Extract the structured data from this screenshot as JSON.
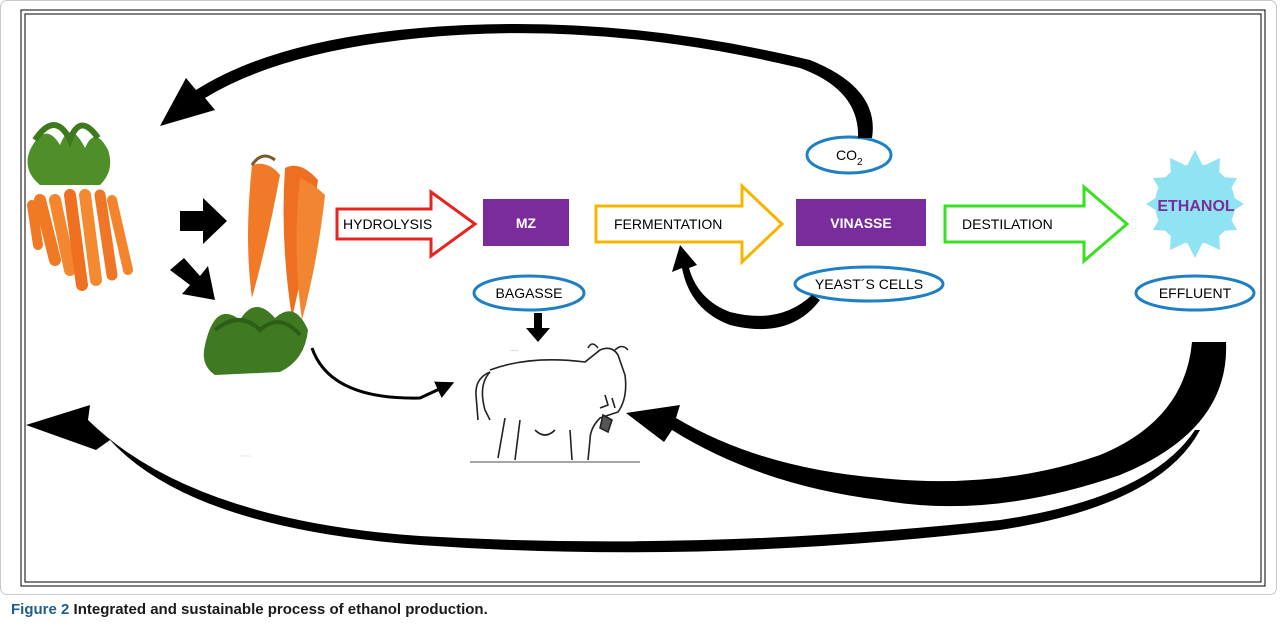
{
  "figure": {
    "caption_label": "Figure 2",
    "caption_text": "Integrated and sustainable process of ethanol production."
  },
  "process": {
    "hydrolysis": "HYDROLYSIS",
    "mz": "MZ",
    "fermentation": "FERMENTATION",
    "vinasse": "VINASSE",
    "destilation": "DESTILATION",
    "ethanol": "ETHANOL"
  },
  "ovals": {
    "co2_main": "CO",
    "co2_sub": "2",
    "bagasse": "BAGASSE",
    "yeast_cells": "YEAST´S CELLS",
    "effluent": "EFFLUENT"
  },
  "colors": {
    "hydrolysis_arrow": "#e8241f",
    "fermentation_arrow": "#f7b500",
    "destilation_arrow": "#39e022",
    "process_box": "#7b2c9c",
    "oval_stroke": "#1f7fc2",
    "ethanol_burst": "#8fe3f2"
  }
}
